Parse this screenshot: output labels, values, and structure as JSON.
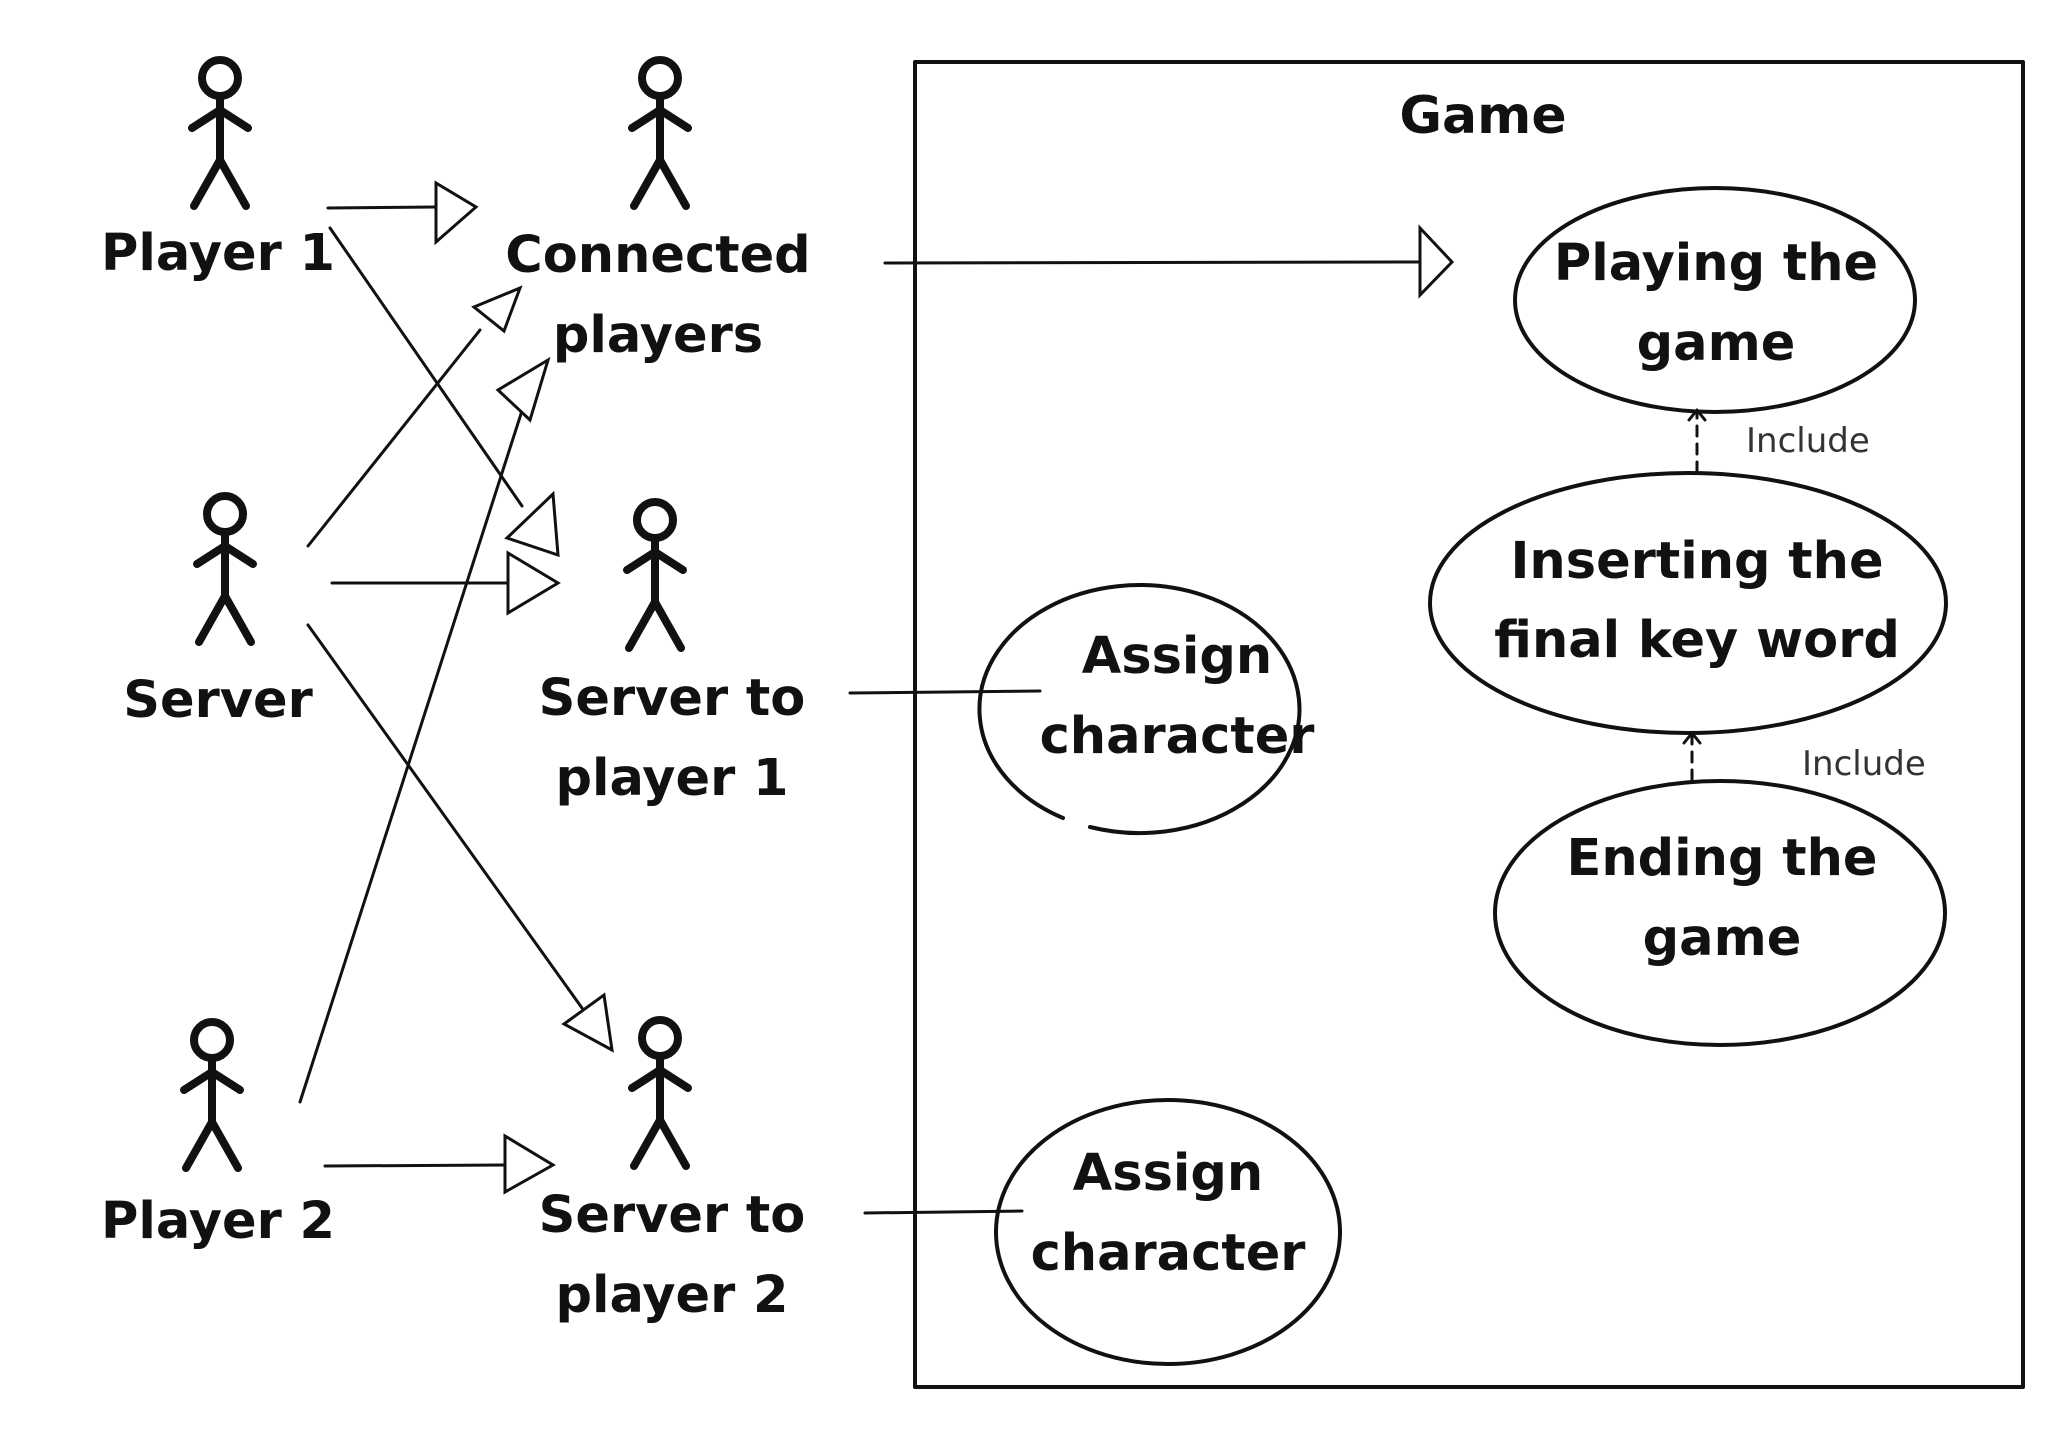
{
  "actors": {
    "player1": "Player 1",
    "server": "Server",
    "player2": "Player 2",
    "connected_line1": "Connected",
    "connected_line2": "players",
    "stp1_line1": "Server to",
    "stp1_line2": "player 1",
    "stp2_line1": "Server to",
    "stp2_line2": "player 2"
  },
  "system": {
    "title": "Game"
  },
  "use_cases": {
    "playing_line1": "Playing the",
    "playing_line2": "game",
    "inserting_line1": "Inserting the",
    "inserting_line2": "final key word",
    "ending_line1": "Ending the",
    "ending_line2": "game",
    "assign1_line1": "Assign",
    "assign1_line2": "character",
    "assign2_line1": "Assign",
    "assign2_line2": "character"
  },
  "relations": {
    "include_1": "Include",
    "include_2": "Include"
  }
}
